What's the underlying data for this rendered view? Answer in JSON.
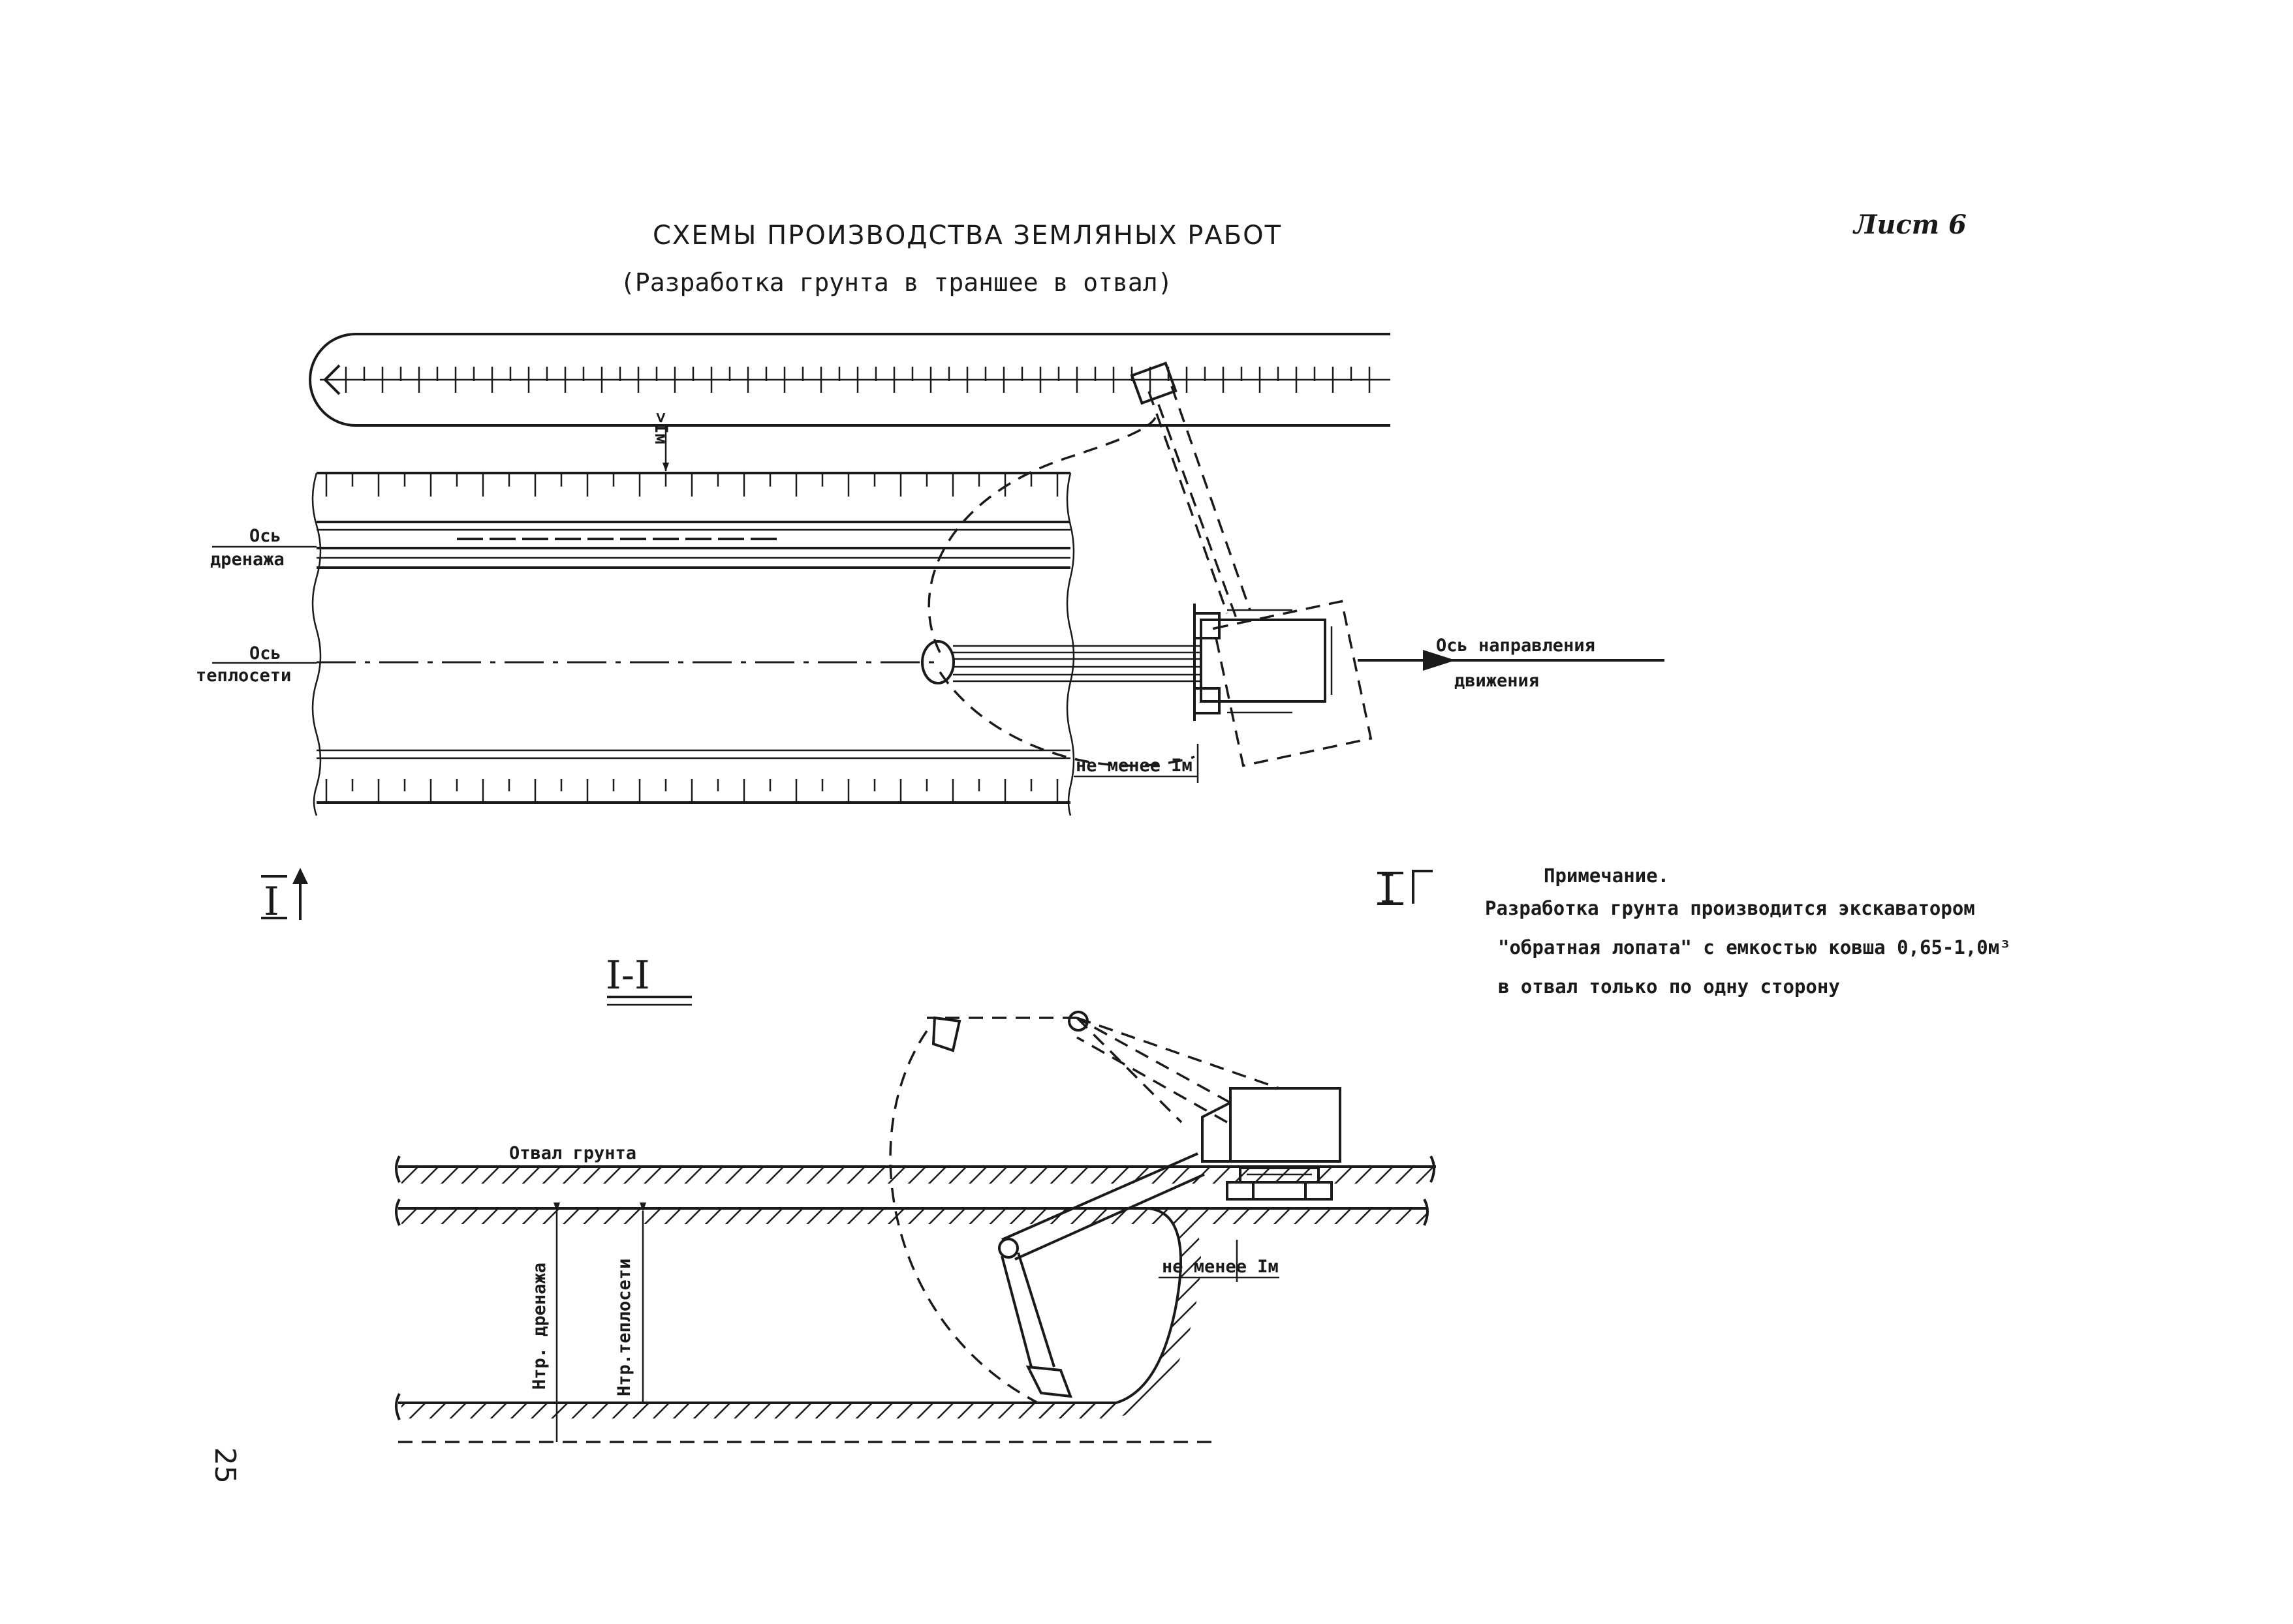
{
  "header": {
    "title": "СХЕМЫ ПРОИЗВОДСТВА ЗЕМЛЯНЫХ РАБОТ",
    "subtitle": "(Разработка грунта в траншее в отвал)",
    "sheet_label": "Лист 6"
  },
  "plan": {
    "axis_drainage_line1": "Ось",
    "axis_drainage_line2": "дренажа",
    "axis_heating_line1": "Ось",
    "axis_heating_line2": "теплосети",
    "direction_line1": "Ось направления",
    "direction_line2": "движения",
    "gap_label": ">Iм",
    "min_distance_label": "не менее Iм",
    "section_mark_left": "I",
    "section_mark_right": "I"
  },
  "note": {
    "heading": "Примечание.",
    "line1": "Разработка грунта производится экскаватором",
    "line2": "\"обратная лопата\" с емкостью ковша 0,65-1,0м³",
    "line3": "в отвал только по одну сторону"
  },
  "section": {
    "title": "I-I",
    "spoil_label": "Отвал грунта",
    "min_distance_label": "не менее Iм",
    "depth_drainage_label": "Hтр. дренажа",
    "depth_heating_label": "Hтр.теплосети"
  },
  "page_number": "25"
}
